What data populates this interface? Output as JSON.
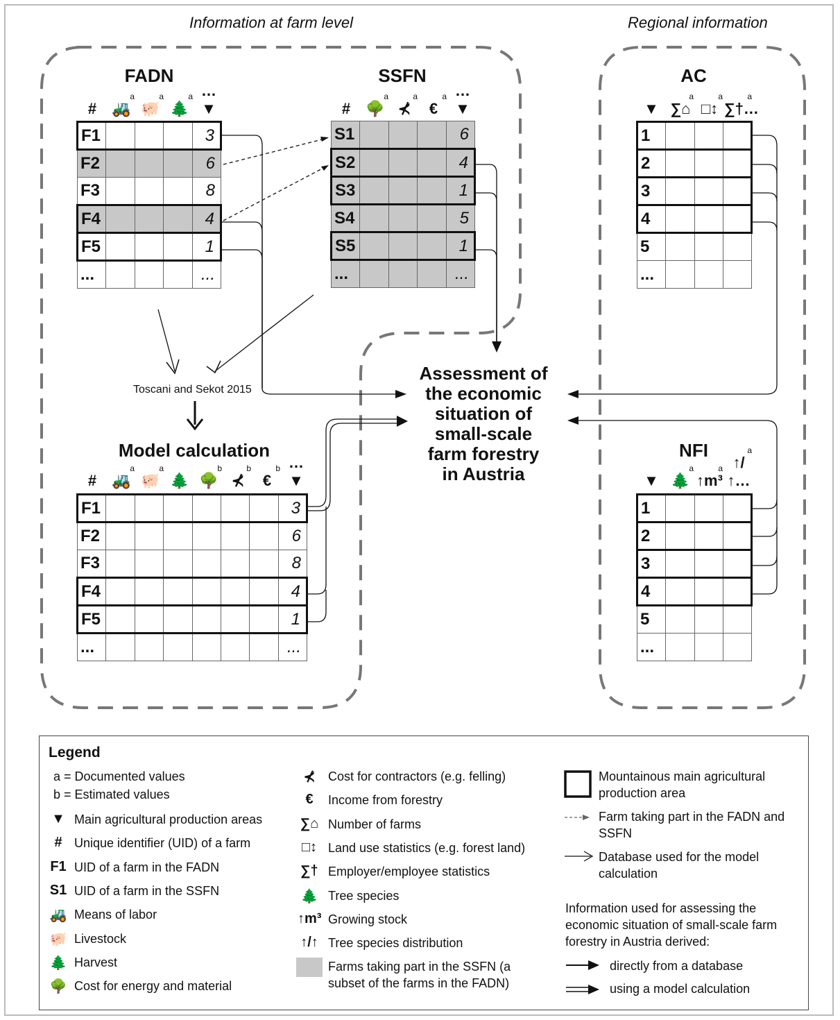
{
  "section_labels": {
    "farm": "Information at farm level",
    "regional": "Regional information"
  },
  "fadn": {
    "title": "FADN",
    "header": [
      "#",
      "🚜",
      "🐖",
      "🌲",
      "…▼"
    ],
    "header_sup": [
      "",
      "a",
      "a",
      "a",
      ""
    ],
    "rows": [
      {
        "id": "F1",
        "val": "3",
        "sel": true,
        "grey": false
      },
      {
        "id": "F2",
        "val": "6",
        "sel": false,
        "grey": true
      },
      {
        "id": "F3",
        "val": "8",
        "sel": false,
        "grey": false
      },
      {
        "id": "F4",
        "val": "4",
        "sel": true,
        "grey": true
      },
      {
        "id": "F5",
        "val": "1",
        "sel": true,
        "grey": false
      },
      {
        "id": "...",
        "val": "...",
        "sel": false,
        "grey": false
      }
    ]
  },
  "ssfn": {
    "title": "SSFN",
    "header": [
      "#",
      "🌳",
      "⊀",
      "€",
      "…▼"
    ],
    "header_sup": [
      "",
      "a",
      "a",
      "a",
      ""
    ],
    "rows": [
      {
        "id": "S1",
        "val": "6",
        "sel": false,
        "grey": true
      },
      {
        "id": "S2",
        "val": "4",
        "sel": true,
        "grey": true
      },
      {
        "id": "S3",
        "val": "1",
        "sel": true,
        "grey": true
      },
      {
        "id": "S4",
        "val": "5",
        "sel": false,
        "grey": true
      },
      {
        "id": "S5",
        "val": "1",
        "sel": true,
        "grey": true
      },
      {
        "id": "...",
        "val": "...",
        "sel": false,
        "grey": true
      }
    ]
  },
  "model": {
    "title": "Model calculation",
    "header": [
      "#",
      "🚜",
      "🐖",
      "🌲",
      "🌳",
      "⊀",
      "€",
      "…▼"
    ],
    "header_sup": [
      "",
      "a",
      "a",
      "",
      "b",
      "b",
      "b",
      ""
    ],
    "rows": [
      {
        "id": "F1",
        "val": "3",
        "sel": true
      },
      {
        "id": "F2",
        "val": "6",
        "sel": false
      },
      {
        "id": "F3",
        "val": "8",
        "sel": false
      },
      {
        "id": "F4",
        "val": "4",
        "sel": true
      },
      {
        "id": "F5",
        "val": "1",
        "sel": true
      },
      {
        "id": "...",
        "val": "...",
        "sel": false
      }
    ]
  },
  "ac": {
    "title": "AC",
    "header": [
      "▼",
      "∑⌂",
      "□↕",
      "∑†…"
    ],
    "header_sup": [
      "",
      "a",
      "a",
      "a"
    ],
    "rows": [
      {
        "id": "1",
        "sel": true
      },
      {
        "id": "2",
        "sel": true
      },
      {
        "id": "3",
        "sel": true
      },
      {
        "id": "4",
        "sel": true
      },
      {
        "id": "5",
        "sel": false
      },
      {
        "id": "...",
        "sel": false
      }
    ]
  },
  "nfi": {
    "title": "NFI",
    "header": [
      "▼",
      "🌲",
      "↑m³",
      "↑/↑…"
    ],
    "header_sup": [
      "",
      "a",
      "a",
      "a"
    ],
    "rows": [
      {
        "id": "1",
        "sel": true
      },
      {
        "id": "2",
        "sel": true
      },
      {
        "id": "3",
        "sel": true
      },
      {
        "id": "4",
        "sel": true
      },
      {
        "id": "5",
        "sel": false
      },
      {
        "id": "...",
        "sel": false
      }
    ]
  },
  "source_label": "Toscani and Sekot 2015",
  "assessment": [
    "Assessment of",
    "the economic",
    "situation of",
    "small-scale",
    "farm forestry",
    "in Austria"
  ],
  "legend": {
    "title": "Legend",
    "col1": [
      {
        "icon": "",
        "text": "a = Documented values"
      },
      {
        "icon": "",
        "text": "b = Estimated values"
      },
      {
        "icon": "▼",
        "text": "Main agricultural production areas"
      },
      {
        "icon": "#",
        "text": "Unique identifier (UID) of a farm"
      },
      {
        "icon": "F1",
        "text": "UID of a farm in the FADN"
      },
      {
        "icon": "S1",
        "text": "UID of a farm in the SSFN"
      },
      {
        "icon": "🚜",
        "text": "Means of labor"
      },
      {
        "icon": "🐖",
        "text": "Livestock"
      },
      {
        "icon": "🌲",
        "text": "Harvest"
      },
      {
        "icon": "🌳",
        "text": "Cost for energy and material"
      }
    ],
    "col2": [
      {
        "icon": "⊀",
        "text": "Cost for contractors (e.g. felling)"
      },
      {
        "icon": "€",
        "text": "Income from forestry"
      },
      {
        "icon": "∑⌂",
        "text": "Number of farms"
      },
      {
        "icon": "□↕",
        "text": "Land use statistics (e.g. forest land)"
      },
      {
        "icon": "∑†",
        "text": "Employer/employee statistics"
      },
      {
        "icon": "🌲",
        "text": "Tree species"
      },
      {
        "icon": "↑m³",
        "text": "Growing stock"
      },
      {
        "icon": "↑/↑",
        "text": "Tree species distribution"
      },
      {
        "icon": "",
        "text": "Farms taking part in the SSFN (a subset of the farms in the FADN)"
      }
    ],
    "col3": [
      {
        "text": "Mountainous main agricultural production area"
      },
      {
        "text": "Farm taking part in the FADN and SSFN"
      },
      {
        "text": "Database used for the model calculation"
      }
    ],
    "info_text": "Information used for assessing the economic situation of small-scale farm forestry in Austria derived:",
    "direct_text": "directly from a database",
    "model_text": "using a model calculation"
  },
  "colors": {
    "dash": "#777777",
    "grey": "#c8c8c8",
    "line": "#111111"
  }
}
